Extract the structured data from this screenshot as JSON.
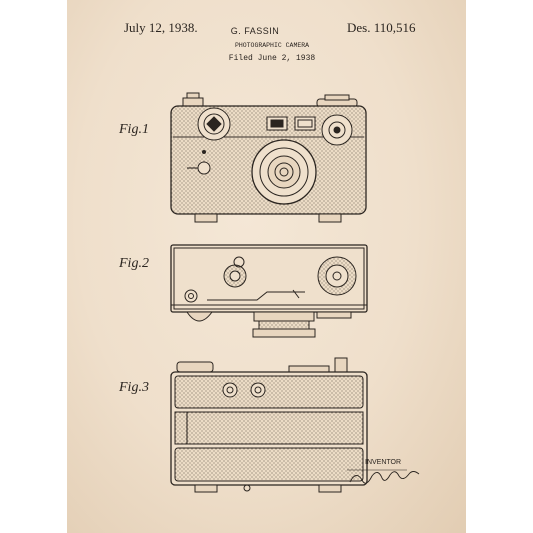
{
  "header": {
    "date": "July 12, 1938.",
    "inventor": "G. FASSIN",
    "patent_number": "Des. 110,516",
    "subtitle": "PHOTOGRAPHIC CAMERA",
    "filed": "Filed June 2, 1938"
  },
  "figures": {
    "fig1": "Fig.1",
    "fig2": "Fig.2",
    "fig3": "Fig.3"
  },
  "footer": {
    "inventor_label": "INVENTOR"
  },
  "colors": {
    "paper": "#efdfcb",
    "ink": "#2b2520"
  }
}
